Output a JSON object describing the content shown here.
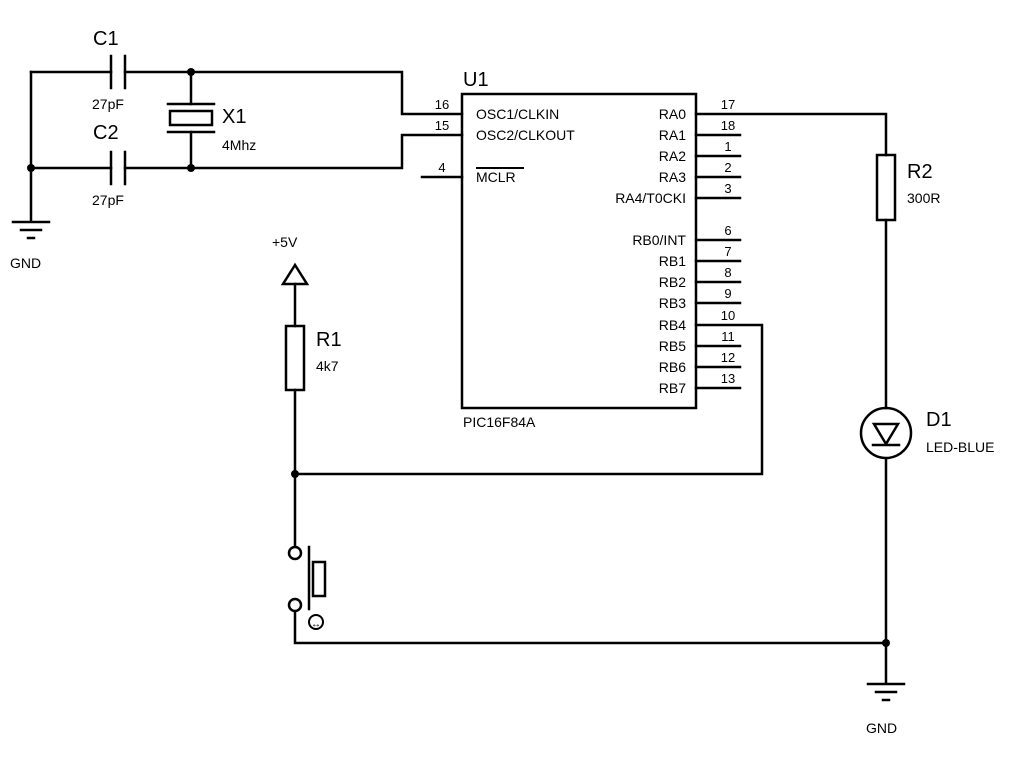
{
  "components": {
    "c1": {
      "ref": "C1",
      "value": "27pF"
    },
    "c2": {
      "ref": "C2",
      "value": "27pF"
    },
    "x1": {
      "ref": "X1",
      "value": "4Mhz"
    },
    "u1": {
      "ref": "U1",
      "part": "PIC16F84A"
    },
    "r1": {
      "ref": "R1",
      "value": "4k7"
    },
    "r2": {
      "ref": "R2",
      "value": "300R"
    },
    "d1": {
      "ref": "D1",
      "value": "LED-BLUE"
    }
  },
  "power": {
    "gnd_left": "GND",
    "gnd_right": "GND",
    "vcc": "+5V"
  },
  "pins_left": [
    {
      "name": "OSC1/CLKIN",
      "num": "16"
    },
    {
      "name": "OSC2/CLKOUT",
      "num": "15"
    },
    {
      "name": "MCLR",
      "num": "4"
    }
  ],
  "pins_right": [
    {
      "name": "RA0",
      "num": "17"
    },
    {
      "name": "RA1",
      "num": "18"
    },
    {
      "name": "RA2",
      "num": "1"
    },
    {
      "name": "RA3",
      "num": "2"
    },
    {
      "name": "RA4/T0CKI",
      "num": "3"
    },
    {
      "name": "RB0/INT",
      "num": "6"
    },
    {
      "name": "RB1",
      "num": "7"
    },
    {
      "name": "RB2",
      "num": "8"
    },
    {
      "name": "RB3",
      "num": "9"
    },
    {
      "name": "RB4",
      "num": "10"
    },
    {
      "name": "RB5",
      "num": "11"
    },
    {
      "name": "RB6",
      "num": "12"
    },
    {
      "name": "RB7",
      "num": "13"
    }
  ]
}
